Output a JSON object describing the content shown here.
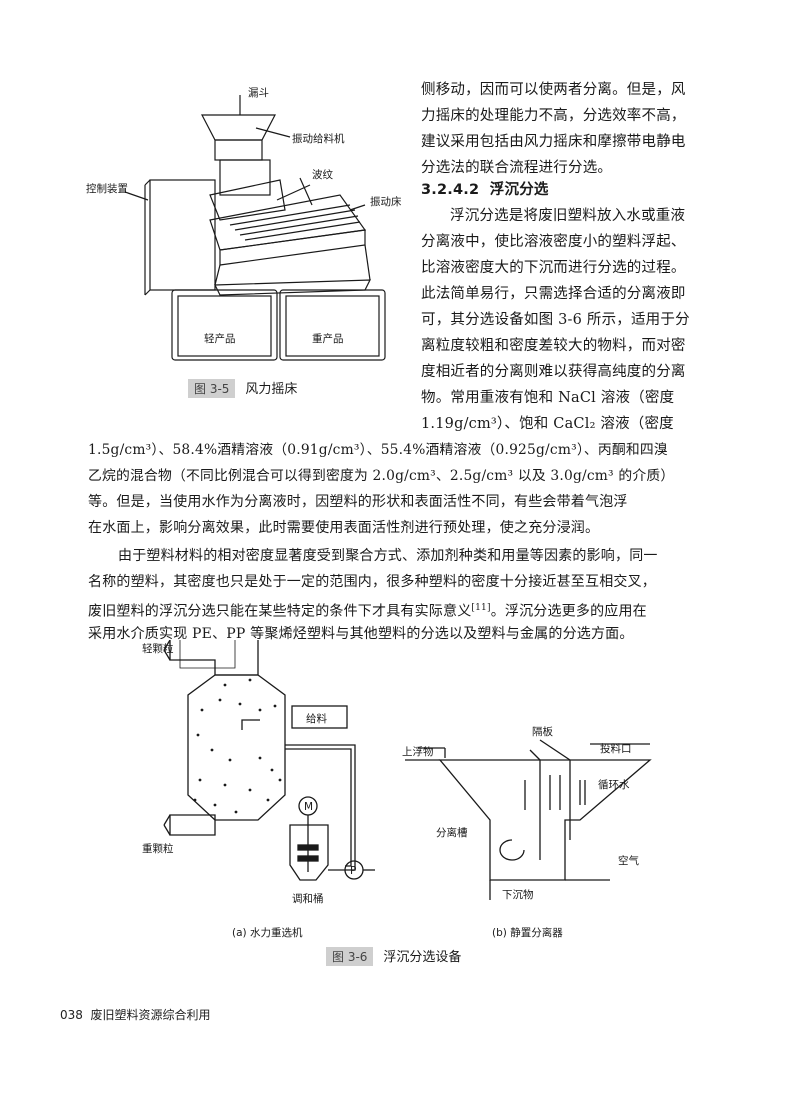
{
  "figure_3_5": {
    "num": "图 3-5",
    "caption": "风力摇床",
    "labels": {
      "hopper": "漏斗",
      "vibrating_feeder": "振动给料机",
      "control": "控制装置",
      "ripple": "波纹",
      "vibrating_bed": "振动床",
      "light_product": "轻产品",
      "heavy_product": "重产品"
    }
  },
  "right_column": {
    "lines": [
      "侧移动，因而可以使两者分离。但是，风",
      "力摇床的处理能力不高，分选效率不高，",
      "建议采用包括由风力摇床和摩擦带电静电",
      "分选法的联合流程进行分选。"
    ],
    "section_number": "3.2.4.2",
    "section_title": "浮沉分选",
    "para_lines": [
      "浮沉分选是将废旧塑料放入水或重液",
      "分离液中，使比溶液密度小的塑料浮起、",
      "比溶液密度大的下沉而进行分选的过程。",
      "此法简单易行，只需选择合适的分离液即",
      "可，其分选设备如图 3-6 所示，适用于分",
      "离粒度较粗和密度差较大的物料，而对密",
      "度相近者的分离则难以获得高纯度的分离",
      "物。常用重液有饱和 NaCl 溶液（密度",
      "1.19g/cm³）、饱和 CaCl₂ 溶液（密度"
    ]
  },
  "full_width": {
    "lines": [
      "1.5g/cm³）、58.4%酒精溶液（0.91g/cm³）、55.4%酒精溶液（0.925g/cm³）、丙酮和四溴",
      "乙烷的混合物（不同比例混合可以得到密度为 2.0g/cm³、2.5g/cm³ 以及 3.0g/cm³ 的介质）",
      "等。但是，当使用水作为分离液时，因塑料的形状和表面活性不同，有些会带着气泡浮",
      "在水面上，影响分离效果，此时需要使用表面活性剂进行预处理，使之充分浸润。"
    ],
    "para2_lines": [
      "由于塑料材料的相对密度显著度受到聚合方式、添加剂种类和用量等因素的影响，同一",
      "名称的塑料，其密度也只是处于一定的范围内，很多种塑料的密度十分接近甚至互相交叉，",
      "废旧塑料的浮沉分选只能在某些特定的条件下才具有实际意义",
      "[11]",
      "。浮沉分选更多的应用在",
      "采用水介质实现 PE、PP 等聚烯烃塑料与其他塑料的分选以及塑料与金属的分选方面。"
    ]
  },
  "figure_3_6": {
    "num": "图 3-6",
    "caption": "浮沉分选设备",
    "sub_a": "(a) 水力重选机",
    "sub_b": "(b) 静置分离器",
    "labels_a": {
      "light": "轻颗粒",
      "feed": "给料",
      "heavy": "重颗粒",
      "motor": "M",
      "pump": "P",
      "tank": "调和桶"
    },
    "labels_b": {
      "partition": "隔板",
      "float": "上浮物",
      "inlet": "投料口",
      "circulation": "循环水",
      "trough": "分离槽",
      "air": "空气",
      "sink": "下沉物"
    }
  },
  "footer": {
    "page": "038",
    "book": "废旧塑料资源综合利用"
  }
}
